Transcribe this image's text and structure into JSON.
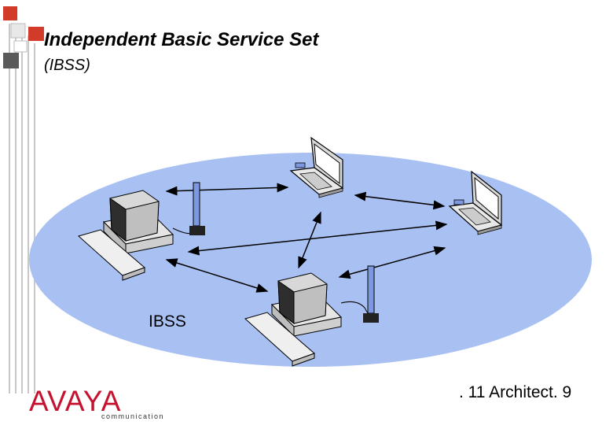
{
  "slide": {
    "title": "Independent Basic Service Set",
    "subtitle": "(IBSS)",
    "footer": ". 11 Architect. 9"
  },
  "diagram": {
    "region_label": "IBSS",
    "region_color": "#a8c0f2",
    "nodes": [
      {
        "id": "desktop-left",
        "kind": "desktop"
      },
      {
        "id": "laptop-top",
        "kind": "laptop"
      },
      {
        "id": "laptop-right",
        "kind": "laptop"
      },
      {
        "id": "desktop-bottom",
        "kind": "desktop"
      }
    ],
    "links": [
      {
        "from": "desktop-left",
        "to": "laptop-top"
      },
      {
        "from": "laptop-top",
        "to": "laptop-right"
      },
      {
        "from": "desktop-left",
        "to": "laptop-right"
      },
      {
        "from": "laptop-top",
        "to": "desktop-bottom"
      },
      {
        "from": "desktop-left",
        "to": "desktop-bottom"
      },
      {
        "from": "laptop-right",
        "to": "desktop-bottom"
      }
    ]
  },
  "logo": {
    "word": "AVAYA",
    "sub": "communication",
    "color": "#c4122f"
  },
  "colors": {
    "accent_red": "#d23a2a",
    "accent_gray": "#5a5a5a"
  }
}
